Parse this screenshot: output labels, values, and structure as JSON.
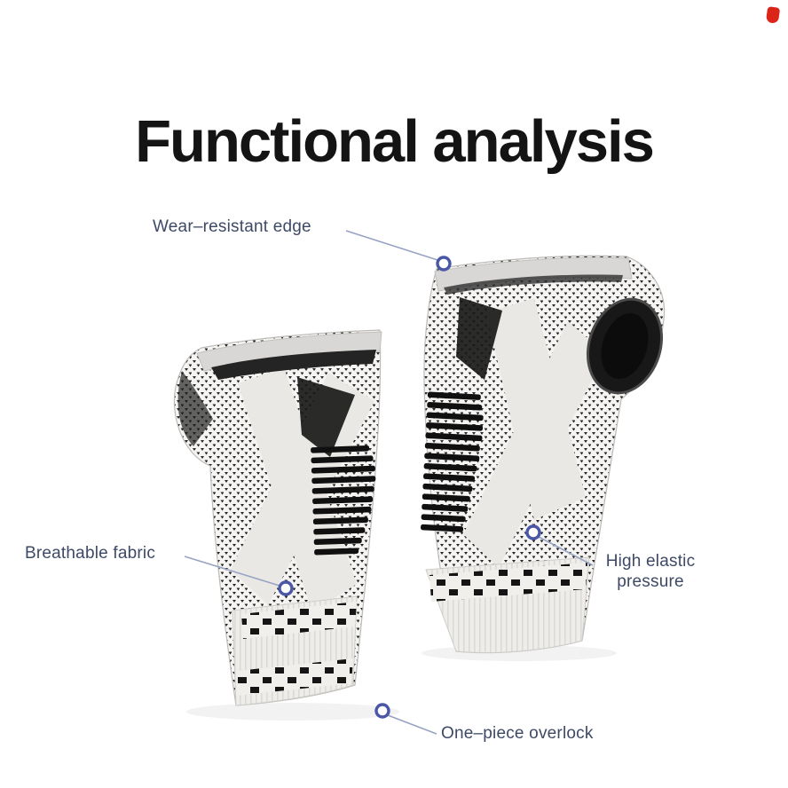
{
  "page": {
    "title": "Functional analysis"
  },
  "callouts": {
    "wear_resistant": {
      "label": "Wear–resistant edge"
    },
    "breathable": {
      "label": "Breathable fabric"
    },
    "elastic": {
      "line1": "High elastic",
      "line2": "pressure"
    },
    "overlock": {
      "label": "One–piece overlock"
    }
  },
  "product": {
    "items": [
      "wrist-brace-left",
      "wrist-brace-right"
    ],
    "features": [
      "thumb-hole",
      "knit-fabric",
      "elastic-cuff",
      "overlock-hem"
    ]
  },
  "colors": {
    "background": "#ffffff",
    "title": "#141414",
    "label_text": "#3d4965",
    "connector": "#97a3c2",
    "marker_ring": "#4a56a6",
    "corner_mark": "#dd2418",
    "knit_dark": "#262626",
    "knit_light": "#f5f4f2",
    "cuff_gray": "#d8d7d5"
  }
}
